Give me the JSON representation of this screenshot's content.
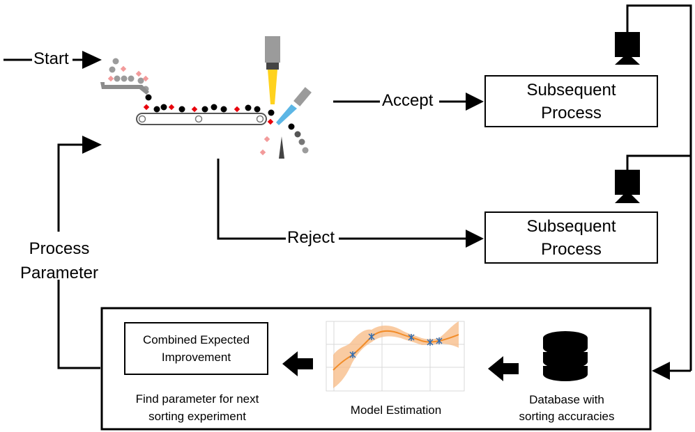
{
  "flow": {
    "start_label": "Start",
    "accept_label": "Accept",
    "reject_label": "Reject",
    "process_parameter_label": "Process\nParameter",
    "subsequent_process_1": "Subsequent\nProcess",
    "subsequent_process_2": "Subsequent\nProcess"
  },
  "loop": {
    "acquisition_box_label": "Combined Expected\nImprovement",
    "acquisition_caption": "Find parameter for next\nsorting experiment",
    "model_caption": "Model Estimation",
    "database_caption": "Database with\nsorting accuracies"
  },
  "colors": {
    "line": "#000000",
    "particle_red": "#e8000b",
    "particle_pink": "#f29a9a",
    "particle_gray": "#8c8c8c",
    "camera_gray": "#9b9b9b",
    "light_yellow": "#ffd21e",
    "nozzle_blue": "#3fa9e0",
    "gp_mean": "#f28c28",
    "gp_band": "#f7b983",
    "gp_points": "#2f6db5"
  },
  "icons": [
    "arrow-right-icon",
    "camera-icon",
    "database-icon",
    "conveyor-belt-icon",
    "line-scan-camera-icon",
    "air-nozzle-icon",
    "block-arrow-left-icon"
  ]
}
